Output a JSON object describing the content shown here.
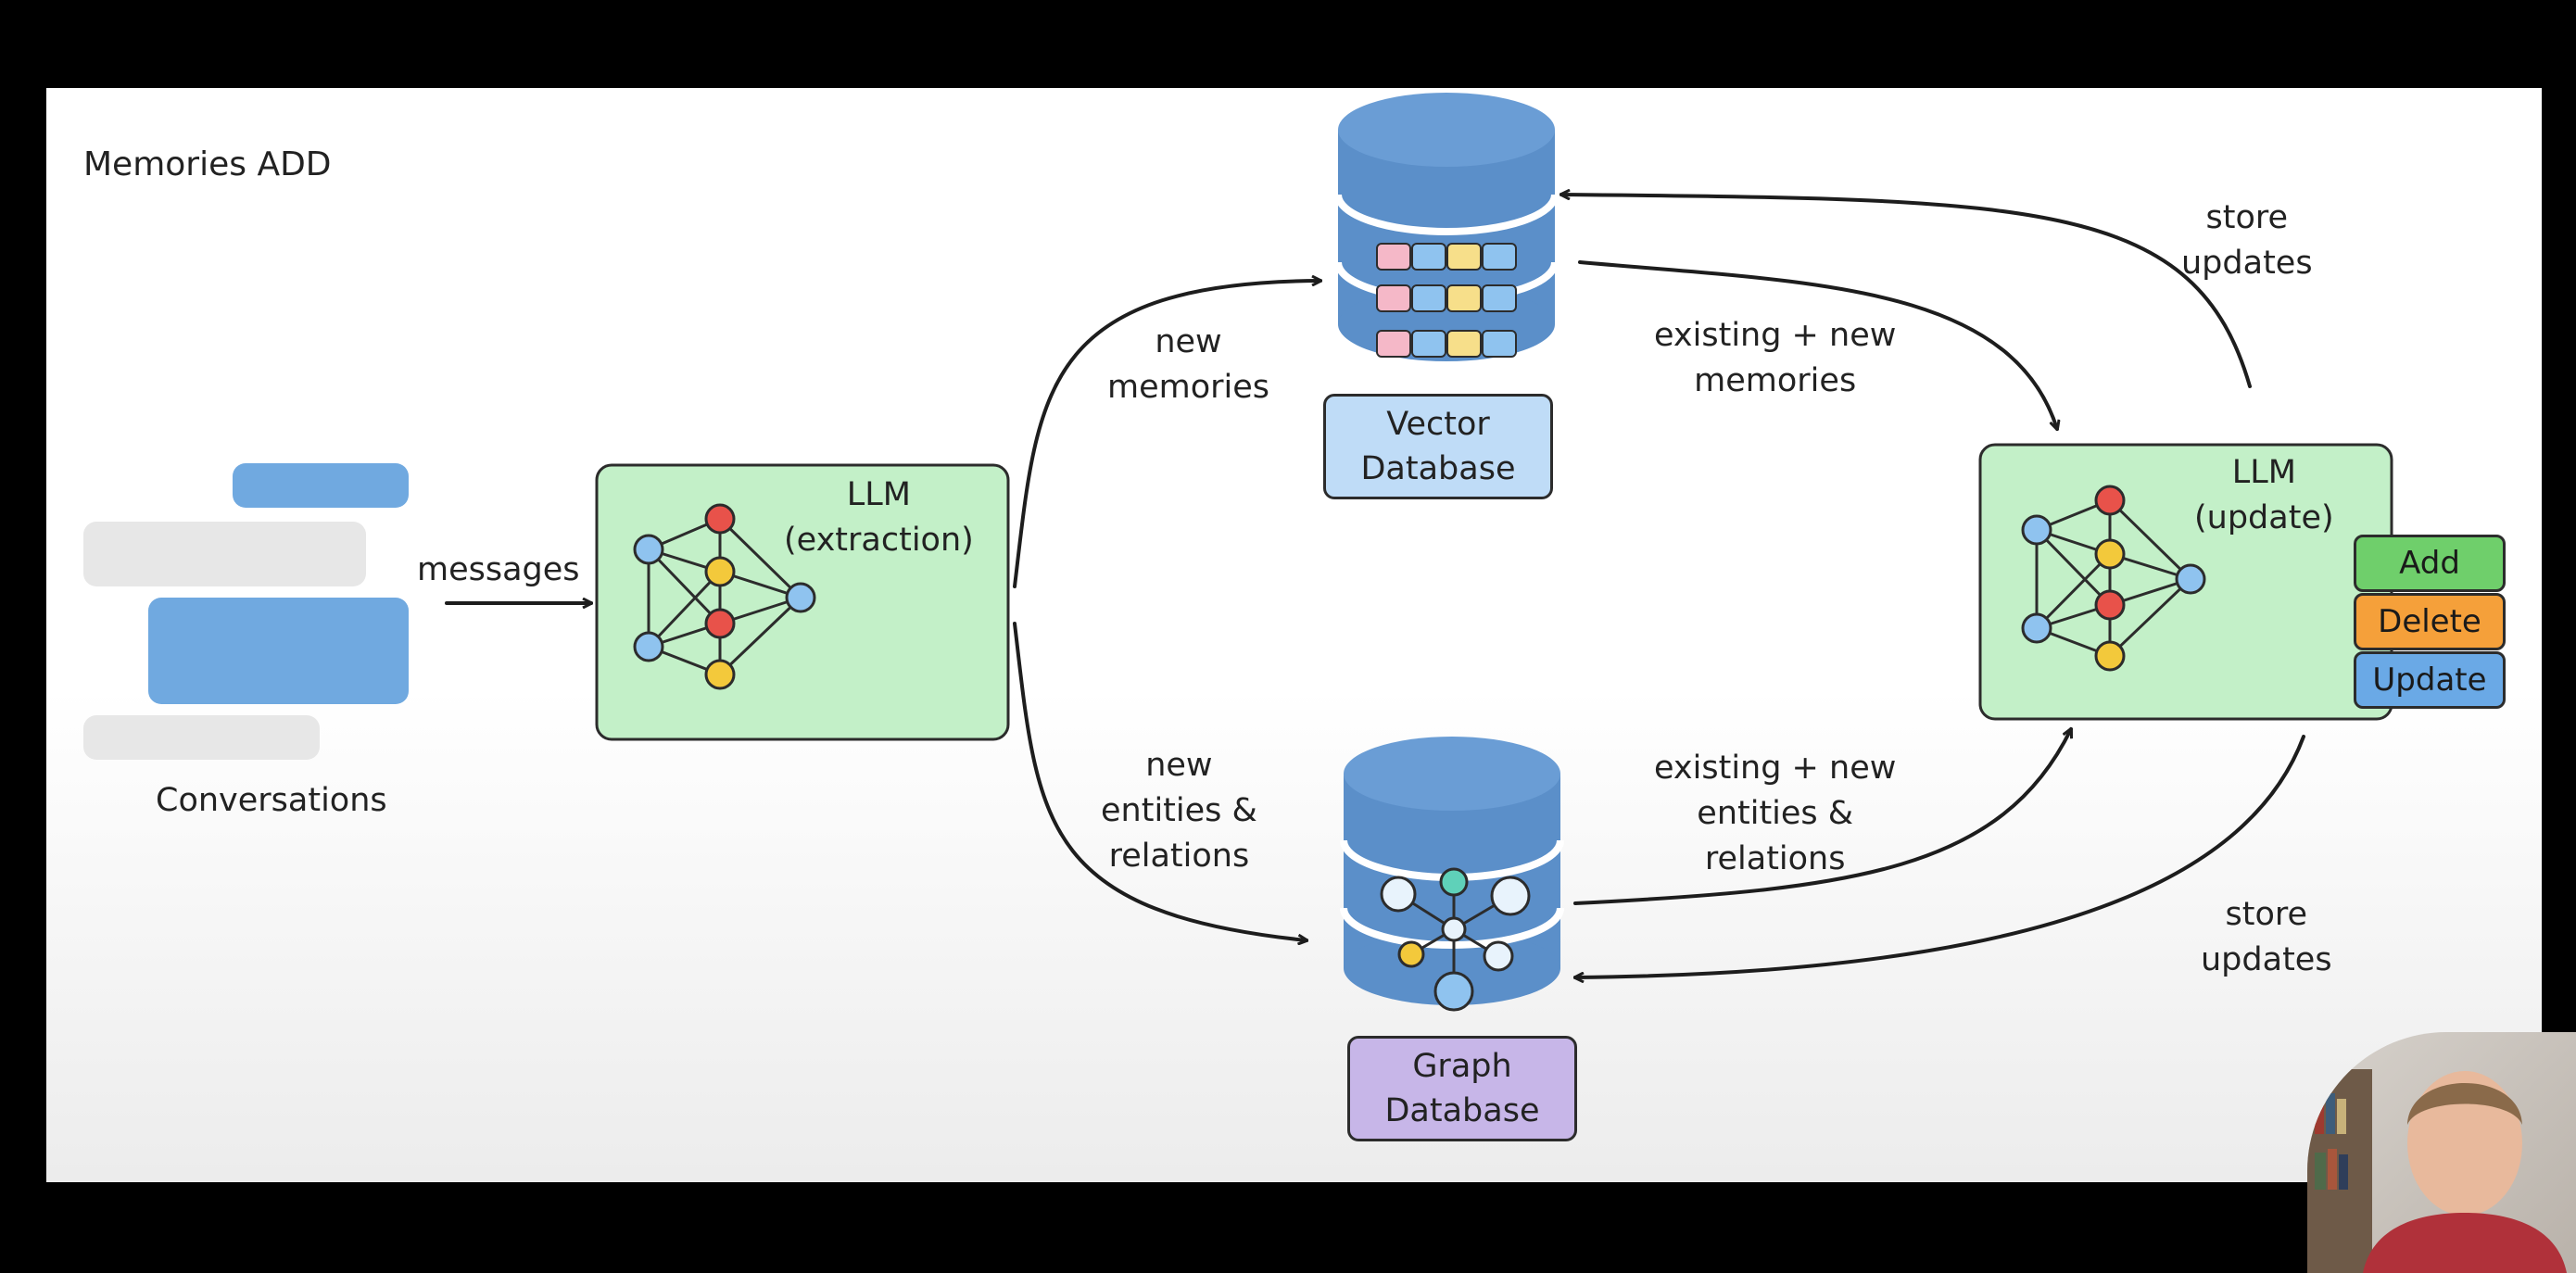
{
  "title": "Memories ADD",
  "conversations": {
    "label": "Conversations"
  },
  "edges": {
    "messages": "messages",
    "new_memories": [
      "new",
      "memories"
    ],
    "new_entities": [
      "new",
      "entities &",
      "relations"
    ],
    "existing_memories": [
      "existing + new",
      "memories"
    ],
    "existing_entities": [
      "existing + new",
      "entities &",
      "relations"
    ],
    "store_updates_top": [
      "store",
      "updates"
    ],
    "store_updates_bottom": [
      "store",
      "updates"
    ]
  },
  "llm_extraction": {
    "title": [
      "LLM",
      "(extraction)"
    ]
  },
  "llm_update": {
    "title": [
      "LLM",
      "(update)"
    ]
  },
  "vector_db": {
    "label": [
      "Vector",
      "Database"
    ]
  },
  "graph_db": {
    "label": [
      "Graph",
      "Database"
    ]
  },
  "operations": {
    "add": "Add",
    "delete": "Delete",
    "update": "Update"
  },
  "colors": {
    "llm_box": "#c3f0c8",
    "db_blue": "#5b8fc9",
    "vector_label": "#bfdcf7",
    "graph_label": "#c7b6e8",
    "add": "#6fcf6b",
    "delete": "#f5a03a",
    "update": "#6aa9e6",
    "bubble_blue": "#70a9e0",
    "bubble_gray": "#e7e7e7"
  }
}
